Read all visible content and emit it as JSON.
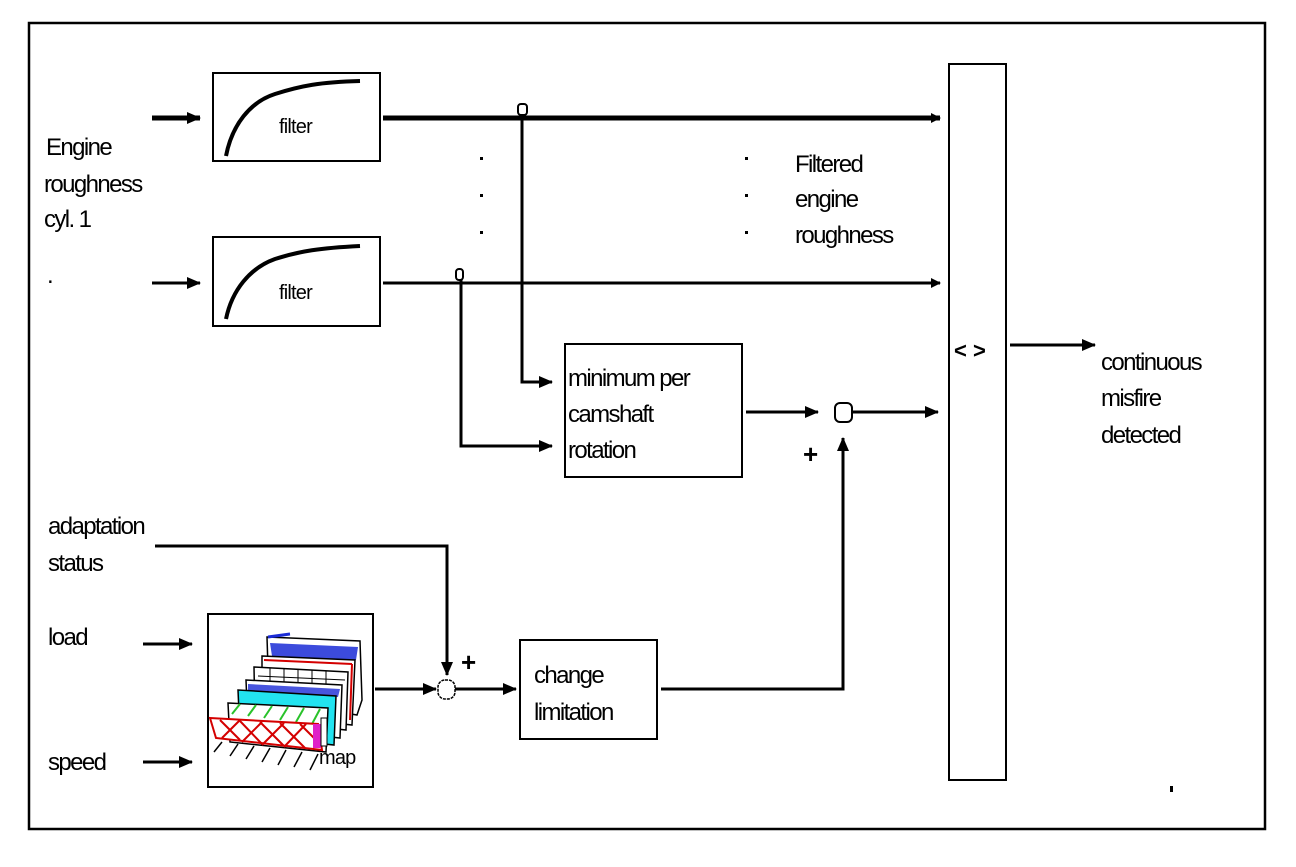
{
  "diagram": {
    "inputs": {
      "engine_roughness": [
        "Engine",
        "roughness",
        "cyl. 1"
      ],
      "ellipsis_dot": ".",
      "adaptation_status": [
        "adaptation",
        "status"
      ],
      "load": "load",
      "speed": "speed"
    },
    "blocks": {
      "filter_1": "filter",
      "filter_2": "filter",
      "minimum": [
        "minimum per",
        "camshaft",
        "rotation"
      ],
      "change_limitation": [
        "change",
        "limitation"
      ],
      "map": "map",
      "comparator": "< >"
    },
    "annotations": {
      "filtered_engine_roughness": [
        "Filtered",
        "engine",
        "roughness"
      ],
      "vertical_ellipsis": "·",
      "plus_sign": "+"
    },
    "output": [
      "continuous",
      "misfire",
      "detected"
    ]
  }
}
